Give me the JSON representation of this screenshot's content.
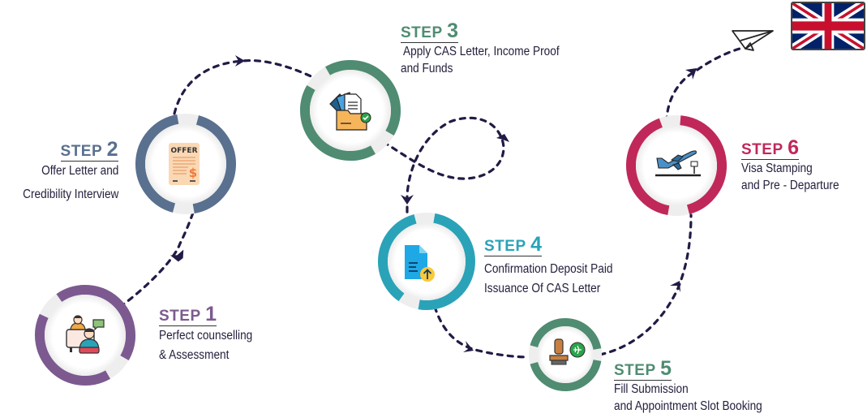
{
  "diagram": {
    "type": "process-flow",
    "destination": "United Kingdom",
    "steps": [
      {
        "title": "STEP",
        "number": "1",
        "lines": [
          "Perfect counselling",
          "& Assessment"
        ],
        "color": "#7c5a90",
        "icon": "counselling-icon"
      },
      {
        "title": "STEP",
        "number": "2",
        "lines": [
          "Offer Letter and",
          "Credibility Interview"
        ],
        "color": "#59708f",
        "icon": "offer-letter-icon"
      },
      {
        "title": "STEP",
        "number": "3",
        "lines": [
          " Apply CAS Letter, Income Proof",
          "and Funds"
        ],
        "color": "#4f8c72",
        "icon": "folder-documents-icon"
      },
      {
        "title": "STEP",
        "number": "4",
        "lines": [
          "Confirmation Deposit Paid",
          "Issuance Of CAS Letter"
        ],
        "color": "#2aa3b8",
        "icon": "document-upload-icon"
      },
      {
        "title": "STEP",
        "number": "5",
        "lines": [
          "Fill Submission",
          "and Appointment Slot Booking"
        ],
        "color": "#4f8c72",
        "icon": "visa-stamp-icon"
      },
      {
        "title": "STEP",
        "number": "6",
        "lines": [
          "Visa Stamping",
          "and Pre - Departure"
        ],
        "color": "#c0285a",
        "icon": "airplane-takeoff-icon"
      }
    ],
    "path_color": "#231a45",
    "end_icon": "paper-plane-icon",
    "flag_icon": "uk-flag-icon"
  }
}
